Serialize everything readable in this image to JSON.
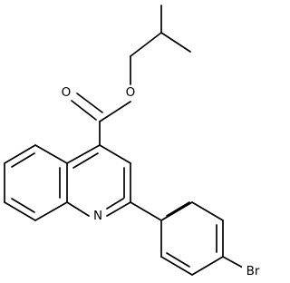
{
  "atoms": {
    "O_ether": "O",
    "O_carbonyl": "O",
    "N_ring": "N",
    "Br": "Br"
  },
  "colors": {
    "background": "#ffffff",
    "bond": "#000000",
    "label": "#000000"
  }
}
